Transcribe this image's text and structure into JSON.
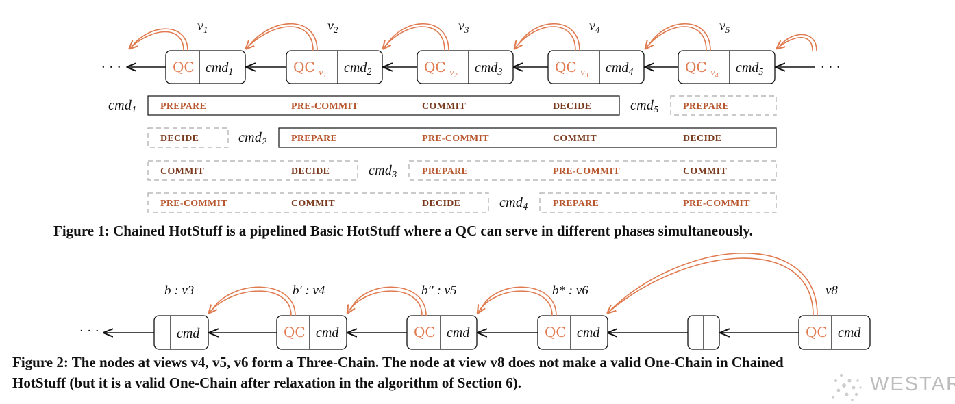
{
  "figure1": {
    "views": [
      "v",
      "v",
      "v",
      "v",
      "v"
    ],
    "view_subs": [
      "1",
      "2",
      "3",
      "4",
      "5"
    ],
    "qc_label": "QC",
    "qc_subs": [
      "",
      "1",
      "2",
      "3",
      "4"
    ],
    "cmd_base": "cmd",
    "cmd_subs": [
      "1",
      "2",
      "3",
      "4",
      "5"
    ],
    "ellipsis": "· · ·",
    "rows": [
      {
        "label_sub": "1",
        "phases": [
          "PREPARE",
          "PRE-COMMIT",
          "COMMIT",
          "DECIDE"
        ],
        "tail_label_sub": "5",
        "tail_phases": [
          "PREPARE"
        ]
      },
      {
        "pre_phases": [
          "DECIDE"
        ],
        "label_sub": "2",
        "phases": [
          "PREPARE",
          "PRE-COMMIT",
          "COMMIT",
          "DECIDE"
        ]
      },
      {
        "pre_phases": [
          "COMMIT",
          "DECIDE"
        ],
        "label_sub": "3",
        "phases": [
          "PREPARE",
          "PRE-COMMIT",
          "COMMIT"
        ]
      },
      {
        "pre_phases": [
          "PRE-COMMIT",
          "COMMIT",
          "DECIDE"
        ],
        "label_sub": "4",
        "phases": [
          "PREPARE",
          "PRE-COMMIT"
        ]
      }
    ],
    "caption": "Figure 1: Chained HotStuff is a pipelined Basic HotStuff where a QC can serve in different phases simultaneously."
  },
  "figure2": {
    "node_labels": [
      "b : v3",
      "b′ : v4",
      "b′′ : v5",
      "b* : v6",
      "",
      "v8"
    ],
    "qc_label": "QC",
    "cmd_label": "cmd",
    "ellipsis": "· · ·",
    "caption_line1": "Figure 2: The nodes at views v4, v5, v6 form a Three-Chain. The node at view v8 does not make a valid One-Chain in Chained",
    "caption_line2": "HotStuff (but it is a valid One-Chain after relaxation in the algorithm of Section 6)."
  },
  "colors": {
    "accent": "#e07a4f",
    "phase": "#b8562e",
    "dark_phase": "#7a3a1e",
    "dashed": "#aaaaaa"
  },
  "watermark": {
    "text": "WESTAR"
  }
}
